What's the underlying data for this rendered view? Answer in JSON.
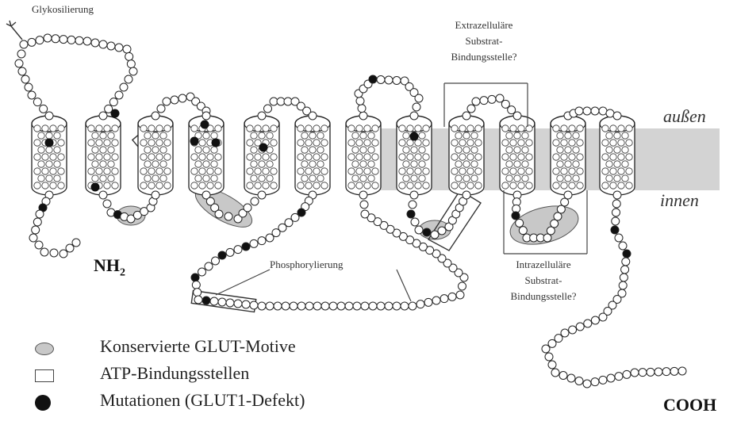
{
  "labels": {
    "glycosylation": "Glykosilierung",
    "extracellular_site": [
      "Extrazelluläre",
      "Substrat-",
      "Bindungsstelle?"
    ],
    "outside": "außen",
    "inside": "innen",
    "n_terminus": "NH",
    "n_terminus_sub": "2",
    "phosphorylation": "Phosphorylierung",
    "intracellular_site": [
      "Intrazelluläre",
      "Substrat-",
      "Bindungsstelle?"
    ],
    "c_terminus": "COOH"
  },
  "legend": [
    {
      "symbol": "gray-oval",
      "text": "Konservierte GLUT-Motive"
    },
    {
      "symbol": "white-rect",
      "text": "ATP-Bindungsstellen"
    },
    {
      "symbol": "black-dot",
      "text": "Mutationen (GLUT1-Defekt)"
    }
  ],
  "colors": {
    "membrane": "#d3d3d3",
    "conserved_motif": "#c8c8c8",
    "mutation": "#111111",
    "residue": "#ffffff",
    "stroke": "#222222"
  }
}
